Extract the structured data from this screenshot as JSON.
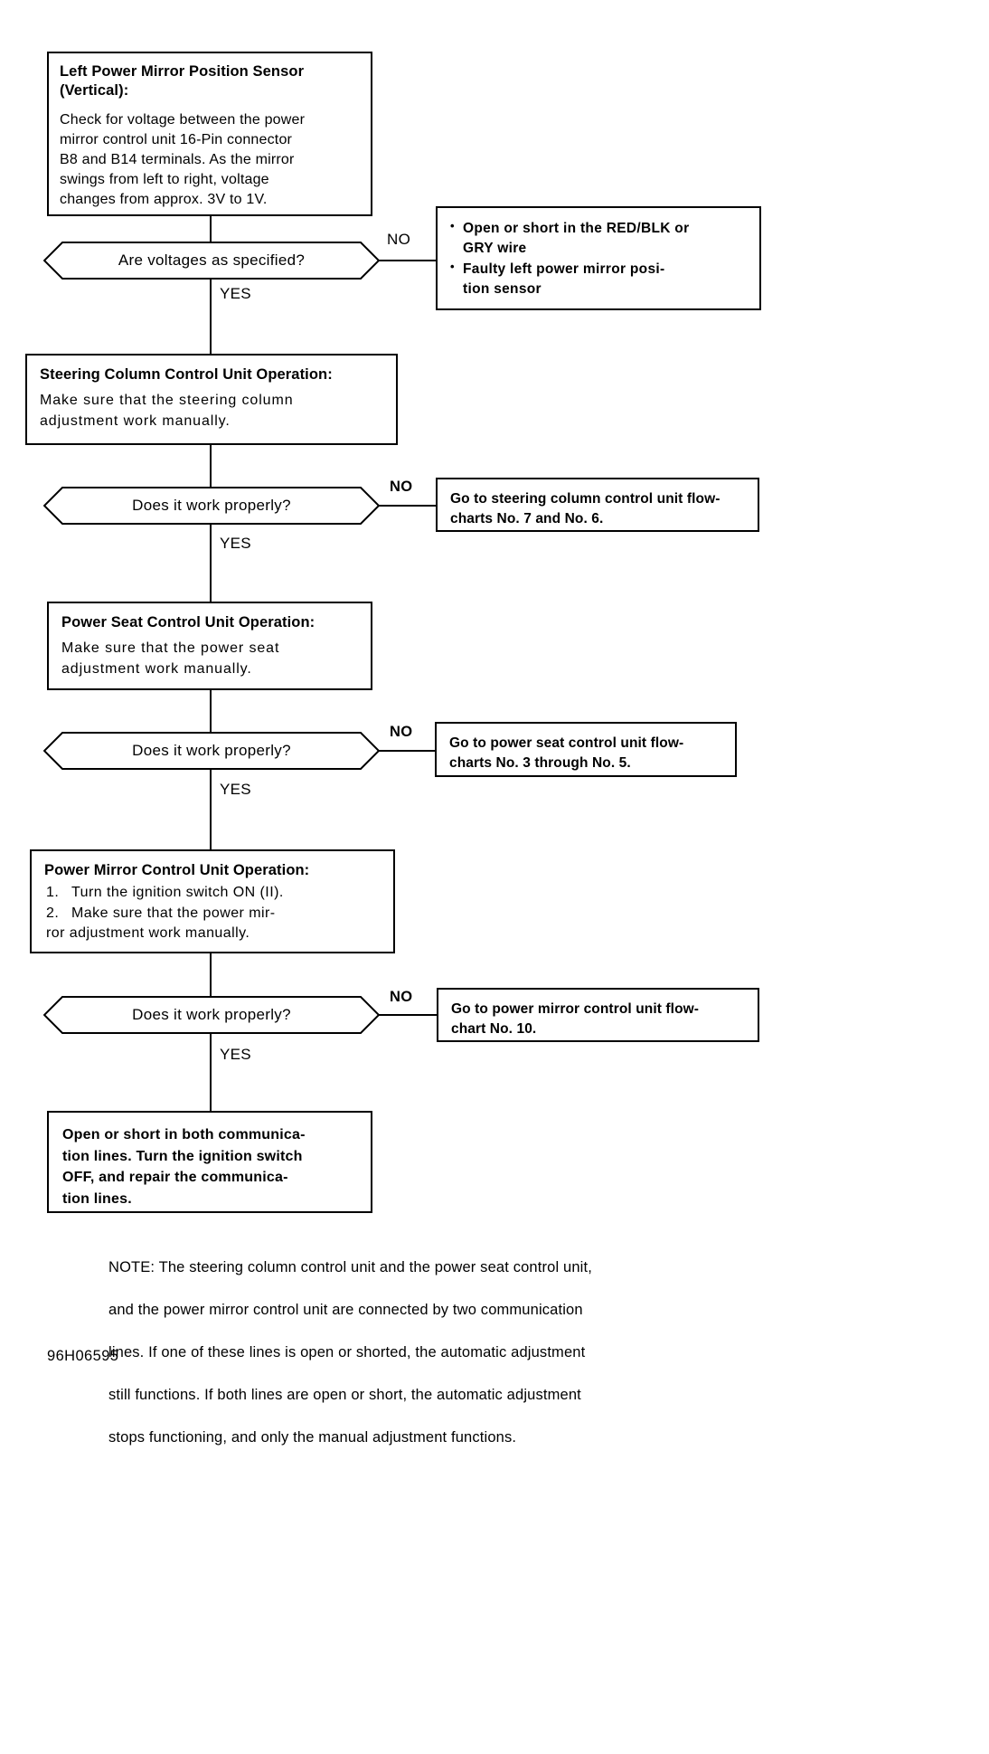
{
  "document": {
    "reference_number": "96H06595"
  },
  "flowchart": {
    "nodes": [
      {
        "id": "sensor-check",
        "type": "process",
        "title": "Left Power Mirror Position Sensor (Vertical):",
        "title_lines": [
          "Left Power Mirror Position Sensor",
          "(Vertical):"
        ],
        "body": "Check for voltage between the power mirror control unit 16-Pin connector B8 and B14 terminals. As the mirror swings from left to right, voltage changes from approx. 3V to 1V.",
        "body_lines": [
          "Check for voltage between the power",
          "mirror control unit 16-Pin connector",
          "B8 and B14 terminals. As the mirror",
          "swings from left to right, voltage",
          "changes from approx. 3V to 1V."
        ]
      },
      {
        "id": "decision-voltages",
        "type": "decision",
        "label": "Are voltages as specified?"
      },
      {
        "id": "result-sensor-fault",
        "type": "result",
        "bullets": [
          "Open or short in the RED/BLK or GRY wire",
          "Faulty left power mirror position sensor"
        ],
        "bullet_lines": [
          [
            "Open or short in the RED/BLK or",
            "GRY wire"
          ],
          [
            "Faulty left power mirror posi-",
            "tion sensor"
          ]
        ]
      },
      {
        "id": "steering-column",
        "type": "process",
        "title": "Steering Column Control Unit Operation:",
        "title_lines": [
          "Steering Column Control Unit Operation:"
        ],
        "body": "Make sure that the steering column adjustment work manually.",
        "body_lines": [
          "Make sure that the steering column",
          "adjustment work manually."
        ]
      },
      {
        "id": "decision-steering",
        "type": "decision",
        "label": "Does it work properly?"
      },
      {
        "id": "result-steering",
        "type": "result",
        "text": "Go to steering column control unit flowcharts No. 7 and No. 6.",
        "text_lines": [
          "Go to steering column control unit flow-",
          "charts No. 7 and No. 6."
        ]
      },
      {
        "id": "power-seat",
        "type": "process",
        "title": "Power Seat Control Unit Operation:",
        "title_lines": [
          "Power Seat Control Unit Operation:"
        ],
        "body": "Make sure that the power seat adjustment work manually.",
        "body_lines": [
          "Make sure that the power seat",
          "adjustment work manually."
        ]
      },
      {
        "id": "decision-seat",
        "type": "decision",
        "label": "Does it work properly?"
      },
      {
        "id": "result-seat",
        "type": "result",
        "text": "Go to power seat control unit flowcharts No. 3 through No. 5.",
        "text_lines": [
          "Go to power seat control unit flow-",
          "charts No. 3 through No. 5."
        ]
      },
      {
        "id": "power-mirror",
        "type": "process",
        "title": "Power Mirror Control Unit Operation:",
        "title_lines": [
          "Power Mirror Control Unit Operation:"
        ],
        "steps": [
          {
            "num": "1.",
            "text": "Turn the ignition switch ON (II).",
            "lines": [
              "Turn the ignition switch ON (II)."
            ]
          },
          {
            "num": "2.",
            "text": "Make sure that the power mirror adjustment work manually.",
            "lines": [
              "Make sure that the power mir-",
              "ror adjustment work manually."
            ]
          }
        ]
      },
      {
        "id": "decision-mirror",
        "type": "decision",
        "label": "Does it work properly?"
      },
      {
        "id": "result-mirror",
        "type": "result",
        "text": "Go to power mirror control unit flowchart No. 10.",
        "text_lines": [
          "Go to power mirror control unit flow-",
          "chart No. 10."
        ]
      },
      {
        "id": "final-result",
        "type": "result",
        "text": "Open or short in both communication lines. Turn the ignition switch OFF, and repair the communication lines.",
        "text_lines": [
          "Open or short in both communica-",
          "tion lines. Turn the ignition switch",
          "OFF, and repair the communica-",
          "tion lines."
        ]
      }
    ],
    "branch_labels": {
      "no": "NO",
      "yes": "YES"
    }
  },
  "note": {
    "prefix": "NOTE:",
    "text": "NOTE: The steering column control unit and the power seat control unit, and the power mirror control unit are connected by two communication lines. If one of these lines is open or shorted, the automatic adjustment still functions. If both lines are open or short, the automatic adjustment stops functioning, and only the manual adjustment functions.",
    "lines": [
      "NOTE:  The steering column control unit and the power seat control unit,",
      "and the power mirror control unit are connected by two communication",
      "lines. If one of these lines is open or shorted, the automatic adjustment",
      "still functions. If both lines are open or short, the automatic adjustment",
      "stops functioning, and only the manual adjustment functions."
    ]
  }
}
